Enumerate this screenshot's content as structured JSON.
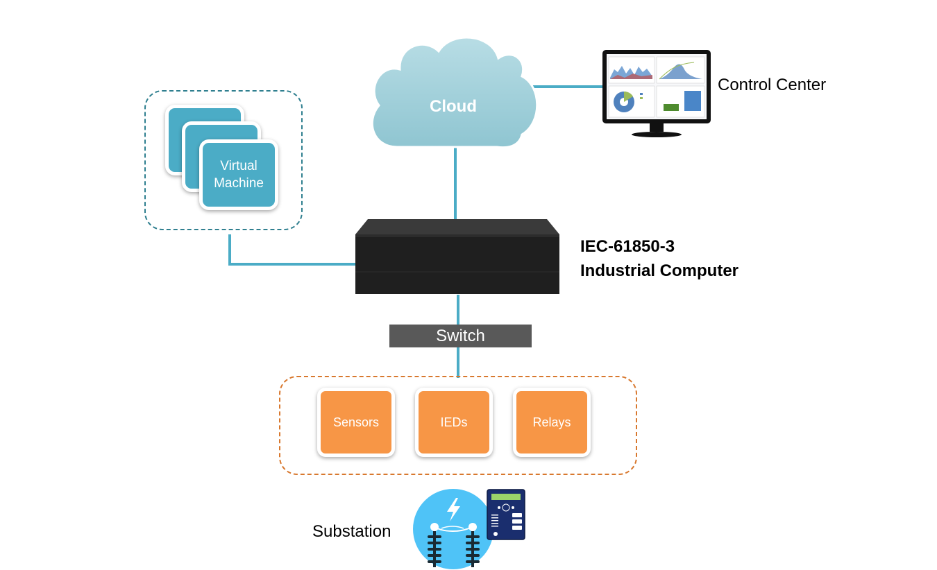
{
  "diagram": {
    "cloud": {
      "label": "Cloud"
    },
    "control_center": {
      "label": "Control Center",
      "icon": "monitor-dashboard-icon"
    },
    "virtual_machine": {
      "label": "Virtual\nMachine"
    },
    "industrial_computer": {
      "line1": "IEC-61850-3",
      "line2": "Industrial Computer"
    },
    "switch": {
      "label": "Switch"
    },
    "devices": [
      {
        "label": "Sensors"
      },
      {
        "label": "IEDs"
      },
      {
        "label": "Relays"
      }
    ],
    "substation": {
      "label": "Substation",
      "icon": "substation-icon"
    }
  },
  "colors": {
    "connector": "#4bacc6",
    "vm_fill": "#4bacc6",
    "vm_border": "#2f7f8f",
    "device_fill": "#f79646",
    "device_border": "#d8782e",
    "switch_fill": "#595959",
    "computer_body": "#222222",
    "cloud_fill": "#a9d3dc"
  }
}
